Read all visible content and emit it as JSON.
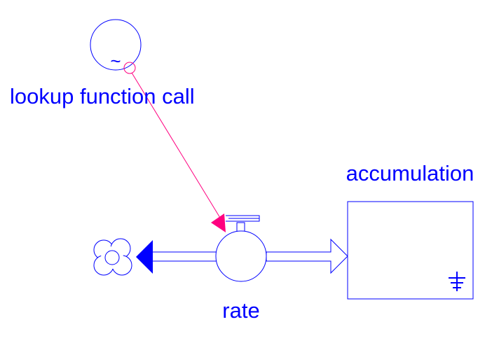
{
  "diagram": {
    "colors": {
      "element": "#0000ff",
      "link": "#ff0080",
      "outline": "#000000",
      "background": "#ffffff"
    },
    "variable": {
      "label": "lookup function call",
      "symbol": "~"
    },
    "flow": {
      "label": "rate",
      "source": "cloud-icon"
    },
    "stock": {
      "label": "accumulation",
      "marker": "stock-marker-icon"
    }
  }
}
